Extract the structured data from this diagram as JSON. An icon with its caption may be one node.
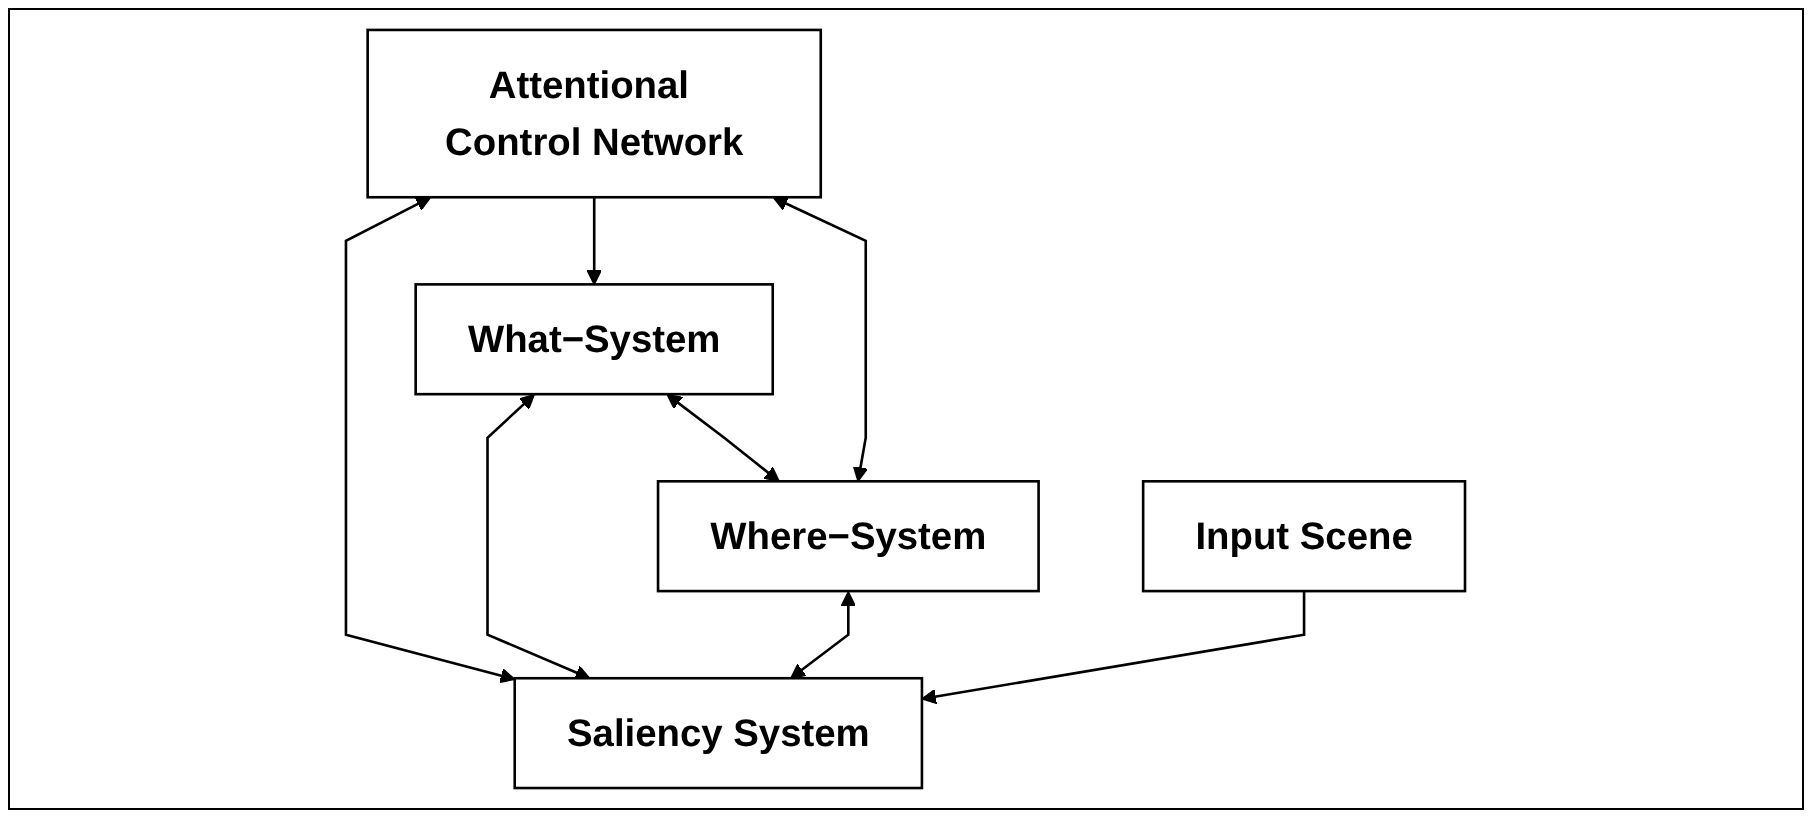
{
  "diagram": {
    "nodes": [
      {
        "text": [
          "What−System"
        ]
      },
      {
        "text": [
          "Where−System"
        ]
      },
      {
        "text": [
          "Attentional Control Network"
        ]
      },
      {
        "text": [
          "Saliency System"
        ]
      },
      {
        "text": [
          "Input Scene"
        ]
      }
    ],
    "edges": [
      {
        "from": 0,
        "to": 1,
        "arrow": "both"
      },
      {
        "from": 2,
        "to": 0,
        "arrow": "to"
      },
      {
        "from": 2,
        "to": 1,
        "arrow": "both"
      },
      {
        "from": 2,
        "to": 3,
        "arrow": "both"
      },
      {
        "from": 0,
        "to": 3,
        "arrow": "both"
      },
      {
        "from": 1,
        "to": 3,
        "arrow": "both"
      },
      {
        "from": 4,
        "to": 3,
        "arrow": "to"
      }
    ]
  }
}
